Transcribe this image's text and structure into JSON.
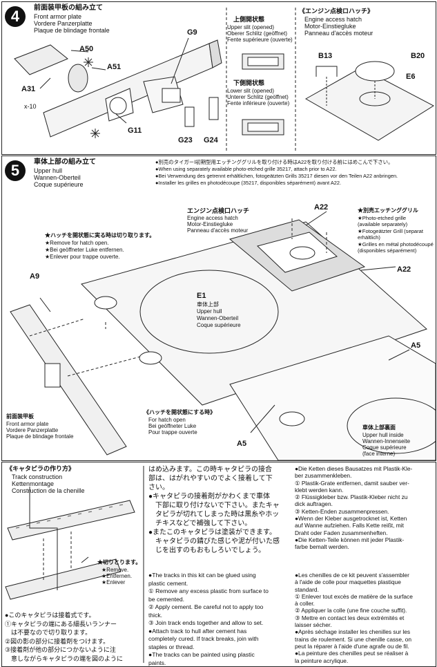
{
  "step4": {
    "number": "4",
    "title_jp": "前面装甲板の組み立て",
    "title_en": "Front armor plate",
    "title_de": "Vordere Panzerplatte",
    "title_fr": "Plaque de blindage frontale",
    "upper_jp": "上側開状態",
    "upper_en": "Upper slit (opened)",
    "upper_de": "Oberer Schlitz (geöffnet)",
    "upper_fr": "Fente supérieure (ouverte)",
    "lower_jp": "下側開状態",
    "lower_en": "Lower slit (opened)",
    "lower_de": "Unterer Schlitz (geöffnet)",
    "lower_fr": "Fente inférieure (ouverte)",
    "hatch_jp": "《エンジン点検ロハッチ》",
    "hatch_en": "Engine access hatch",
    "hatch_de": "Motor-Einstiegluke",
    "hatch_fr": "Panneau d'accès moteur",
    "parts": {
      "a50": "A50",
      "a51": "A51",
      "a31": "A31",
      "x10": "x-10",
      "g9": "G9",
      "g11": "G11",
      "g23": "G23",
      "g24": "G24",
      "b13": "B13",
      "b20": "B20",
      "e6": "E6"
    }
  },
  "step5": {
    "number": "5",
    "title_jp": "車体上部の組み立て",
    "title_en": "Upper hull",
    "title_de": "Wannen-Oberteil",
    "title_fr": "Coque supérieure",
    "notes": [
      "●別売のタイガーⅠ初期型用エッチンググリルを取り付ける時はA22を取り付ける前にはめこんで下さい。",
      "●When using separately available photo-etched grille 35217, attach prior to A22.",
      "●Bei Verwendung des getrennt erhältlichen, fotogeätzten Grills 35217 diesen vor den Teilen A22 anbringen.",
      "●Installer les grilles en photodécoupe (35217, disponibles séparément) avant A22."
    ],
    "cut_jp": "★ハッチを開状態に実る時は切り取ります。",
    "cut_en": "★Remove for hatch open.",
    "cut_de": "★Bei geöffneter Luke entfernen.",
    "cut_fr": "★Enlever pour trappe ouverte.",
    "hatch_jp": "エンジン点検口ハッチ",
    "hatch_en": "Engine access hatch",
    "hatch_de": "Motor-Einstiegluke",
    "hatch_fr": "Panneau d'accès moteur",
    "grill_jp": "★別売エッチンググリル",
    "grill_en": "★Photo-etched grille\n(available separately)",
    "grill_de": "★Fotogeätzter Grill (separat\nerhältlich)",
    "grill_fr": "★Grilles en métal photodécoupé\n(disponibles séparément)",
    "e1_jp": "車体上部",
    "e1_en": "Upper hull",
    "e1_de": "Wannen-Oberteil",
    "e1_fr": "Coque supérieure",
    "front_jp": "前面装甲板",
    "front_en": "Front armor plate",
    "front_de": "Vordere Panzerplatte",
    "front_fr": "Plaque de blindage frontale",
    "open_jp": "《ハッチを開状態にする時》",
    "open_en": "For hatch open",
    "open_de": "Bei geöffneter Luke",
    "open_fr": "Pour trappe ouverte",
    "inside_jp": "車体上部裏面",
    "inside_en": "Upper hull inside",
    "inside_de": "Wannen-Innenseite",
    "inside_fr": "Coque supérieure\n(face interne)",
    "parts": {
      "a22a": "A22",
      "a22b": "A22",
      "a9": "A9",
      "e1": "E1",
      "a5a": "A5",
      "a5b": "A5"
    }
  },
  "track": {
    "title_jp": "《キャタピラの作り方》",
    "title_en": "Track construction",
    "title_de": "Kettenmontage",
    "title_fr": "Construction de la chenille",
    "cut_jp": "★切りとります。",
    "cut_en": "★Remove.",
    "cut_de": "★Entfernen.",
    "cut_fr": "★Enlever",
    "jp_left": "●このキャタピラは接着式です。\n①キャタピラの端にある細長いランナー\n　は不要なので切り取ります。\n②図の影の部分に接着剤をつけます。\n③接着剤が他の部分につかないように注\n　意しながらキャタピラの端を図のように",
    "jp_mid": "はめ込みます。この時キャタピラの接合\n部は、はがれやすいのでよく接着して下\nさい。\n●キャタピラの接着剤がかわくまで車体\n　下部に取り付けないで下さい。またキャ\n　タピラが切れてしまった時は黒糸やホッ\n　チキスなどで補強して下さい。\n●またこのキャタピラは塗装ができます。\n　キャタピラの錆びた感じや泥が付いた感\n　じを出すのもおもしろいでしょう。",
    "en_text": "●The tracks in this kit can be glued using\nplastic cement.\n① Remove any excess plastic from surface to\nbe cemented.\n② Apply cement. Be careful not to apply too\nthick.\n③ Join track ends together and allow to set.\n●Attach track to hull after cement has\ncompletely cured. If track breaks, join with\nstaples or thread.\n●The tracks can be painted using plastic\npaints.",
    "de_text": "●Die Ketten dieses Bausatzes mit Plastik-Kle-\nber zusammenkleben.\n① Plastik-Grate entfernen, damit sauber ver-\nklebt werden kann.\n② Flüssigkleber bzw. Plastik-Kleber nicht zu\ndick auftragen.\n③ Ketten-Enden zusammenpressen.\n●Wenn der Kleber ausgetrocknet ist, Ketten\nauf Wanne aufziehen. Falls Kette reißt, mit\nDraht oder Faden zusammenheften.\n●Die Ketten-Teile können mit jeder Plastik-\nfarbe bemalt werden.",
    "fr_text": "●Les chenilles de ce kit peuvent s'assembler\nà l'aide de colle pour maquettes plastique\nstandard.\n① Enlever tout excès de matière de la surface\nà coller.\n② Appliquer la colle (une fine couche suffit).\n③ Mettre en contact les deux extrémités et\nlaisser sécher.\n●Après séchage installer les chenilles sur les\ntrains de roulement. Si une chenille casse, on\npeut la réparer à l'aide d'une agrafe ou de fil.\n●La peinture des chenilles peut se réaliser à\nla peinture acrylique."
  }
}
